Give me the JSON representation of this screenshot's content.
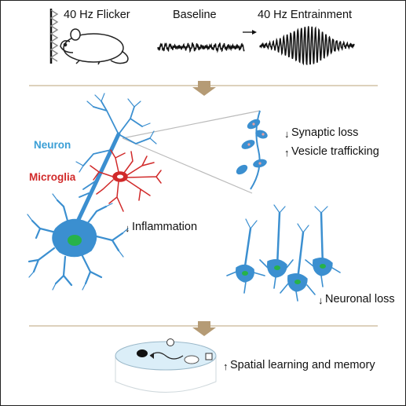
{
  "stimulus": {
    "flicker_label": "40 Hz Flicker",
    "baseline_label": "Baseline",
    "entrainment_label": "40 Hz Entrainment"
  },
  "cells": {
    "neuron_label": "Neuron",
    "microglia_label": "Microglia"
  },
  "effects": {
    "synaptic_loss": "Synaptic loss",
    "vesicle_trafficking": "Vesicle trafficking",
    "inflammation": "Inflammation",
    "neuronal_loss": "Neuronal loss",
    "spatial_learning": "Spatial learning and memory"
  },
  "colors": {
    "neuron": "#3b9fd6",
    "microglia": "#d12a2a",
    "nucleus": "#27b24a",
    "divider": "#d2c2a6",
    "flow_arrow": "#b59b75"
  }
}
